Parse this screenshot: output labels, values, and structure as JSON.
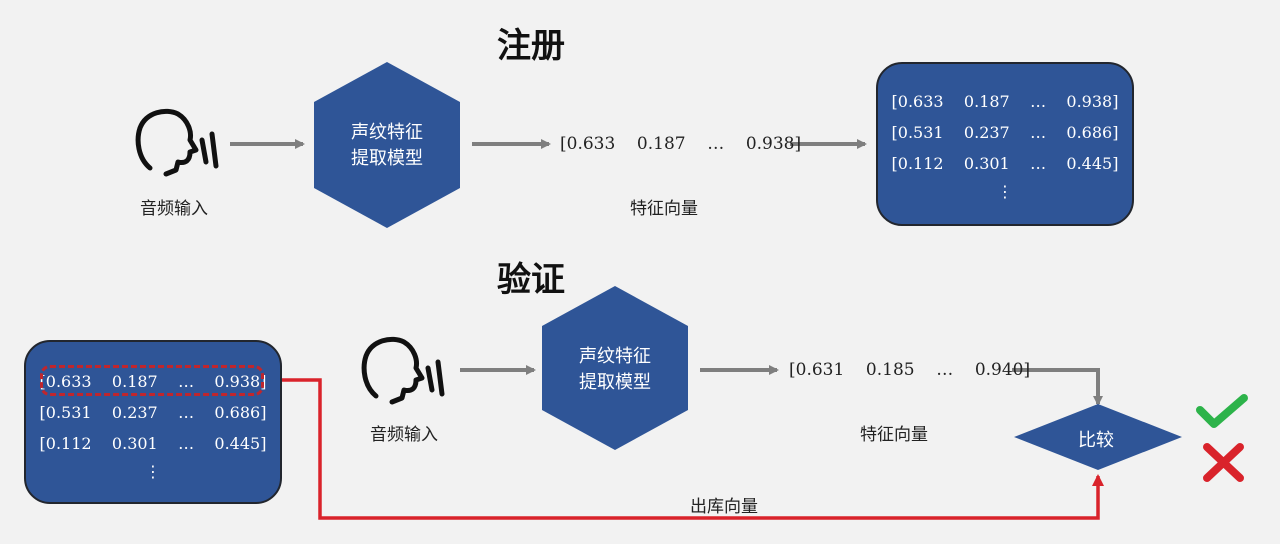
{
  "registration": {
    "title": "注册",
    "audio_label": "音频输入",
    "model_label_line1": "声纹特征",
    "model_label_line2": "提取模型",
    "vector": "[0.633    0.187    …    0.938]",
    "vector_label": "特征向量",
    "database": {
      "rows": [
        "[0.633    0.187    …    0.938]",
        "[0.531    0.237    …    0.686]",
        "[0.112    0.301    …    0.445]"
      ],
      "ellipsis": "⋮"
    }
  },
  "verification": {
    "title": "验证",
    "audio_label": "音频输入",
    "model_label_line1": "声纹特征",
    "model_label_line2": "提取模型",
    "vector": "[0.631    0.185    …    0.940]",
    "vector_label": "特征向量",
    "compare_label": "比较",
    "retrieved_label": "出库向量",
    "database": {
      "rows": [
        "[0.633    0.187    …    0.938]",
        "[0.531    0.237    …    0.686]",
        "[0.112    0.301    …    0.445]"
      ],
      "ellipsis": "⋮"
    },
    "result_icons": [
      "check-icon",
      "cross-icon"
    ]
  },
  "colors": {
    "shape_fill": "#2f5597",
    "arrow_gray": "#7f7f7f",
    "highlight_red": "#c0262d",
    "check_green": "#2db34a",
    "cross_red": "#d9232b"
  }
}
